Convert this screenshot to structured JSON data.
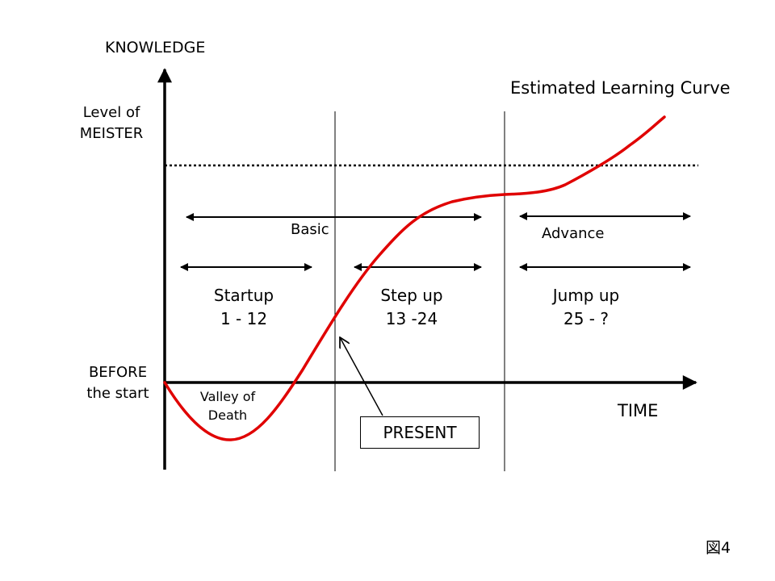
{
  "axes": {
    "y_label": "KNOWLEDGE",
    "x_label": "TIME",
    "meister_label": "Level of\nMEISTER",
    "before_label": "BEFORE\nthe start"
  },
  "curve": {
    "title": "Estimated  Learning Curve",
    "color": "#e00000"
  },
  "ranges": {
    "basic": "Basic",
    "advance": "Advance"
  },
  "phases": [
    {
      "name": "Startup",
      "months": "1 - 12"
    },
    {
      "name": "Step up",
      "months": "13 -24"
    },
    {
      "name": "Jump up",
      "months": "25 - ?"
    }
  ],
  "annotations": {
    "valley": "Valley of\nDeath",
    "present": "PRESENT"
  },
  "figure_label": "図4"
}
